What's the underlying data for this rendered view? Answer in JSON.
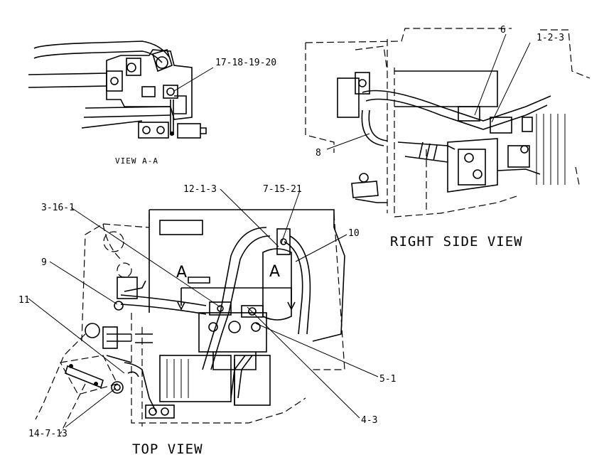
{
  "views": {
    "view_aa": "VIEW A-A",
    "right_side": "RIGHT SIDE VIEW",
    "top": "TOP VIEW"
  },
  "section_markers": {
    "left": "A",
    "right": "A"
  },
  "callouts": {
    "c_17_18_19_20": "17-18-19-20",
    "c_6": "6",
    "c_1_2_3": "1-2-3",
    "c_8": "8",
    "c_12_1_3": "12-1-3",
    "c_7_15_21": "7-15-21",
    "c_3_16_1": "3-16-1",
    "c_10": "10",
    "c_9": "9",
    "c_11": "11",
    "c_5_1": "5-1",
    "c_4_3": "4-3",
    "c_14_7_13": "14-7-13"
  }
}
